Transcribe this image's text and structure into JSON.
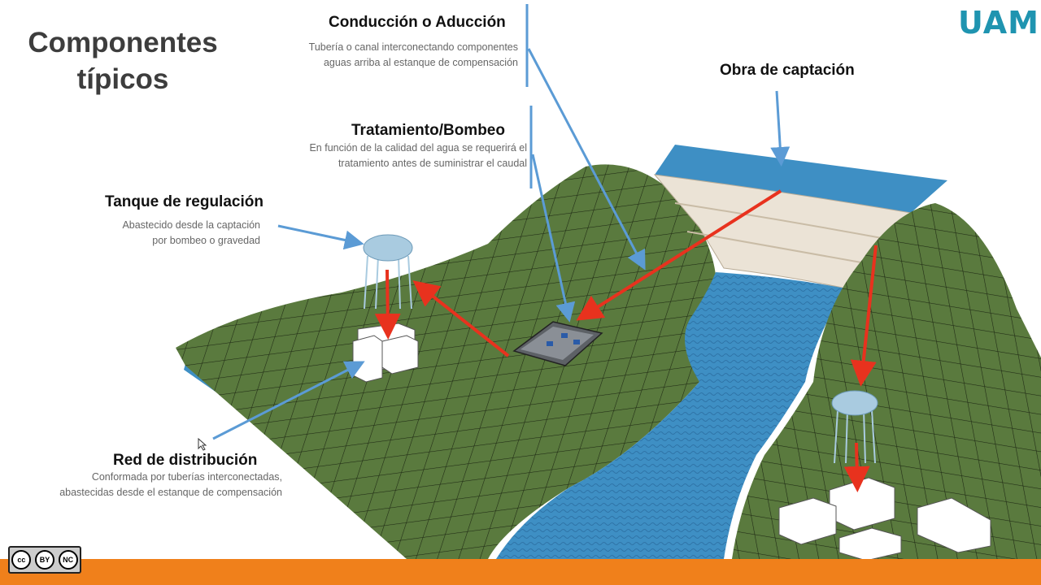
{
  "title_line1": "Componentes",
  "title_line2": "típicos",
  "logo": "UAM",
  "labels": {
    "conduccion": {
      "title": "Conducción o Aducción",
      "line1": "Tubería o canal interconectando componentes",
      "line2": "aguas arriba al estanque  de compensación"
    },
    "obra": {
      "title": "Obra de captación"
    },
    "tratamiento": {
      "title": "Tratamiento/Bombeo",
      "line1": "En función de la calidad del agua se requerirá el",
      "line2": "tratamiento antes de suministrar el caudal"
    },
    "tanque": {
      "title": "Tanque de regulación",
      "line1": "Abastecido desde la captación",
      "line2": "por bombeo o gravedad"
    },
    "red": {
      "title": "Red de distribución",
      "line1": "Conformada por tuberías interconectadas,",
      "line2": "abastecidas desde el estanque de compensación"
    }
  },
  "license_badge": {
    "icons": [
      "cc-icon",
      "by-icon",
      "nc-icon"
    ],
    "by": "BY",
    "nc": "NC"
  },
  "colors": {
    "terrain": "#5a7a3e",
    "water": "#3e8fc4",
    "arrow_red": "#e8321e",
    "arrow_blue": "#5b9bd5",
    "footer": "#f0801b",
    "logo": "#1f94b0"
  }
}
